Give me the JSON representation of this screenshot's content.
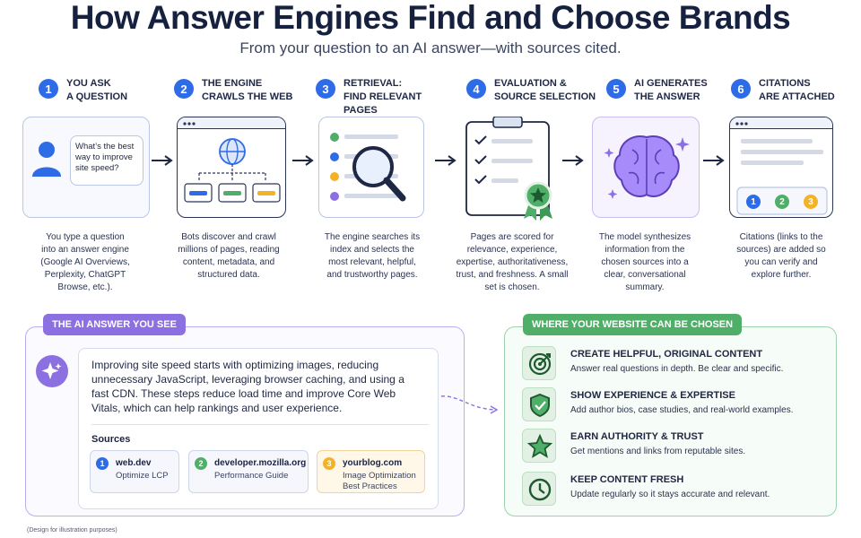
{
  "title": "How Answer Engines Find and Choose Brands",
  "subtitle": "From your question to an AI answer—with sources cited.",
  "colors": {
    "accent_blue": "#2e6be6",
    "purple": "#8c6fe0",
    "green": "#4fae68",
    "orange": "#f3b328"
  },
  "steps": [
    {
      "num": "1",
      "title1": "YOU ASK",
      "title2": "A QUESTION",
      "desc": [
        "You type a question",
        "into an answer engine",
        "(Google AI Overviews,",
        "Perplexity, ChatGPT",
        "Browse, etc.)."
      ]
    },
    {
      "num": "2",
      "title1": "THE ENGINE",
      "title2": "CRAWLS THE WEB",
      "desc": [
        "Bots discover and crawl",
        "millions of pages, reading",
        "content, metadata, and",
        "structured data."
      ]
    },
    {
      "num": "3",
      "title1": "RETRIEVAL:",
      "title2": "FIND RELEVANT PAGES",
      "desc": [
        "The engine searches its",
        "index and selects the",
        "most relevant, helpful,",
        "and trustworthy pages."
      ]
    },
    {
      "num": "4",
      "title1": "EVALUATION &",
      "title2": "SOURCE SELECTION",
      "desc": [
        "Pages are scored for",
        "relevance, experience,",
        "expertise, authoritativeness,",
        "trust, and freshness. A small",
        "set is chosen."
      ]
    },
    {
      "num": "5",
      "title1": "AI GENERATES",
      "title2": "THE ANSWER",
      "desc": [
        "The model synthesizes",
        "information from the",
        "chosen sources into a",
        "clear, conversational",
        "summary."
      ]
    },
    {
      "num": "6",
      "title1": "CITATIONS",
      "title2": "ARE ATTACHED",
      "desc": [
        "Citations (links to the",
        "sources) are added so",
        "you can verify and",
        "explore further."
      ]
    }
  ],
  "question_bubble": [
    "What’s the best",
    "way to improve",
    "site speed?"
  ],
  "citation_nums": [
    "1",
    "2",
    "3"
  ],
  "answer_panel": {
    "label": "THE AI ANSWER YOU SEE",
    "text": "Improving site speed starts with optimizing images, reducing unnecessary JavaScript, leveraging browser caching, and using a fast CDN. These steps reduce load time and improve Core Web Vitals, which can help rankings and user experience.",
    "sources_label": "Sources",
    "sources": [
      {
        "num": "1",
        "domain": "web.dev",
        "page": "Optimize LCP"
      },
      {
        "num": "2",
        "domain": "developer.mozilla.org",
        "page": "Performance Guide"
      },
      {
        "num": "3",
        "domain": "yourblog.com",
        "page": "Image Optimization Best Practices"
      }
    ]
  },
  "website_panel": {
    "label": "WHERE YOUR WEBSITE CAN BE CHOSEN",
    "tips": [
      {
        "icon": "target-icon",
        "heading": "CREATE HELPFUL, ORIGINAL CONTENT",
        "detail": "Answer real questions in depth. Be clear and specific."
      },
      {
        "icon": "shield-check-icon",
        "heading": "SHOW EXPERIENCE & EXPERTISE",
        "detail": "Add author bios, case studies, and real-world examples."
      },
      {
        "icon": "star-icon",
        "heading": "EARN AUTHORITY & TRUST",
        "detail": "Get mentions and links from reputable sites."
      },
      {
        "icon": "clock-icon",
        "heading": "KEEP CONTENT FRESH",
        "detail": "Update regularly so it stays accurate and relevant."
      }
    ]
  },
  "footnote": "(Design for illustration purposes)"
}
